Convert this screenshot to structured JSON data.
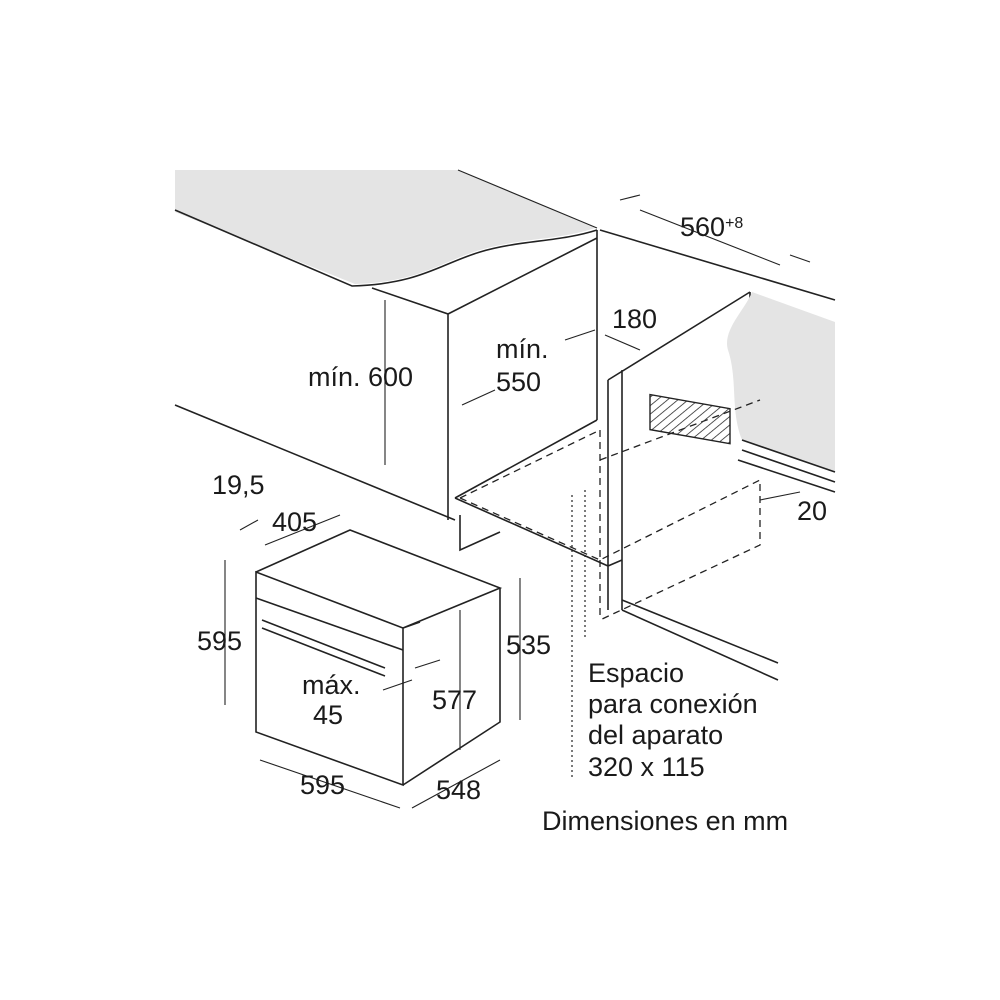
{
  "dimensions": {
    "niche_width": "560",
    "niche_width_tolerance": "+8",
    "gap_180": "180",
    "min_height_label": "mín. 600",
    "min_depth_prefix": "mín.",
    "min_depth_value": "550",
    "front_offset": "19,5",
    "top_depth": "405",
    "oven_height": "595",
    "body_height": "535",
    "max_prefix": "máx.",
    "max_value": "45",
    "inner_height": "577",
    "oven_width": "595",
    "oven_depth": "548",
    "rear_gap": "20"
  },
  "connection_note": {
    "line1": "Espacio",
    "line2": "para conexión",
    "line3": "del aparato",
    "line4": "320 x 115"
  },
  "footer": "Dimensiones en mm",
  "colors": {
    "countertop": "#e6e6e6",
    "lines": "#222222"
  }
}
